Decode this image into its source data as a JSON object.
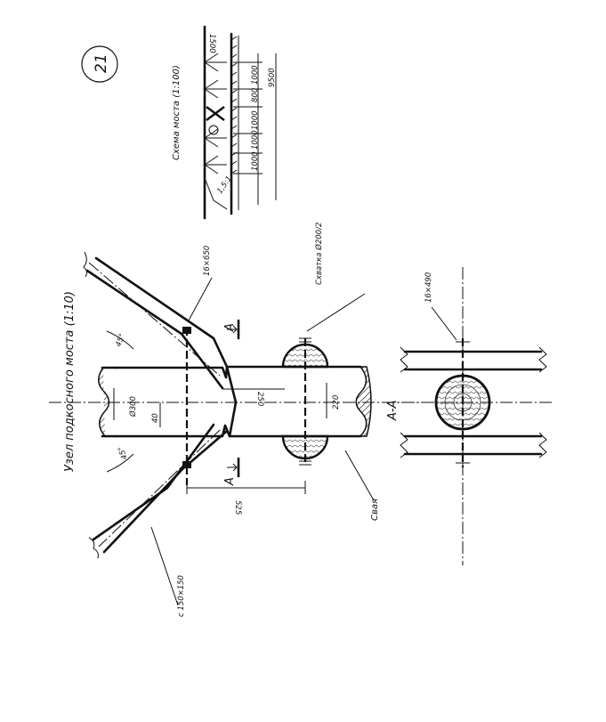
{
  "sheet_number": "21",
  "title": "Узел подкосного моста (1:10)",
  "scheme_title": "Схема моста (1:100)",
  "section_label": "A-A",
  "section_cut_letter": "A",
  "labels": {
    "strut": "с 150×150",
    "pile": "Свая",
    "clamp": "Схватка Ø200/2",
    "bolt_top": "16×650",
    "bolt_section": "16×490"
  },
  "dimensions": {
    "pile_diameter": "Ø300",
    "offset_40": "40",
    "width_250": "250",
    "width_220": "220",
    "length_525": "525",
    "angle_top": "45°",
    "angle_bottom": "45°"
  },
  "scheme_dimensions": {
    "span_1": "1000",
    "span_2": "1000",
    "span_3": "1000",
    "span_4": "800",
    "span_5": "1000",
    "total": "9500",
    "height": "1500",
    "slope": "1,5:1"
  }
}
